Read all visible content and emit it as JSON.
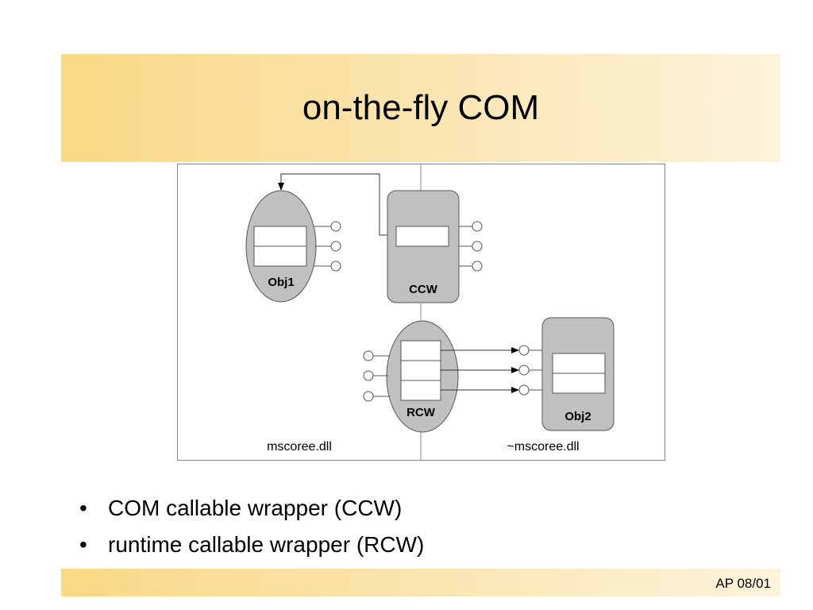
{
  "slide": {
    "title": "on-the-fly COM",
    "footer": "AP 08/01"
  },
  "diagram": {
    "nodes": {
      "obj1": "Obj1",
      "ccw": "CCW",
      "rcw": "RCW",
      "obj2": "Obj2"
    },
    "regions": {
      "left": "mscoree.dll",
      "right": "~mscoree.dll"
    }
  },
  "bullets": [
    "COM callable wrapper (CCW)",
    "runtime callable wrapper (RCW)"
  ],
  "colors": {
    "band_start": "#f8d985",
    "band_end": "#fdf3dc",
    "node_fill": "#c0c0c0",
    "outline": "#555555"
  }
}
